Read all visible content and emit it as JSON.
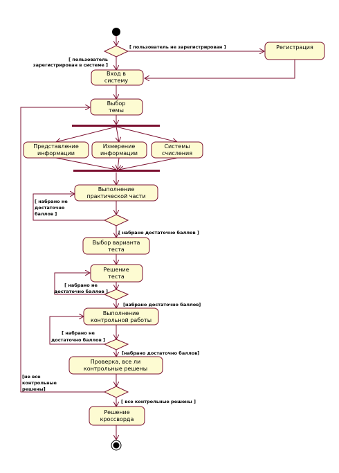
{
  "colors": {
    "stroke": "#7b1030",
    "fill": "#fdfbd2",
    "bar": "#7b1030"
  },
  "nodes": {
    "registration": "Регистрация",
    "login": [
      "Вход в",
      "систему"
    ],
    "choose_topic": [
      "Выбор",
      "темы"
    ],
    "info_repr": [
      "Представление",
      "информации"
    ],
    "info_measure": [
      "Измерение",
      "информации"
    ],
    "num_systems": [
      "Системы",
      "счисления"
    ],
    "practical": [
      "Выполнение",
      "практической части"
    ],
    "variant": [
      "Выбор варианта",
      "теста"
    ],
    "solve_test": [
      "Решение",
      "теста"
    ],
    "control_work": [
      "Выполнение",
      "контрольной работы"
    ],
    "check": [
      "Проверка, все ли",
      "контрольные решены"
    ],
    "crossword": [
      "Решение",
      "кроссворда"
    ]
  },
  "guards": {
    "not_registered": "[ пользователь не зарегистрирован ]",
    "registered": [
      "[ пользователь",
      "зарегистрирован в системе ]"
    ],
    "low_score_practical": [
      "[ набрано не",
      "достаточно",
      "баллов ]"
    ],
    "enough_practical": "[ набрано достаточно баллов ]",
    "low_score_test": [
      "[ набрано не",
      "достаточно баллов ]"
    ],
    "enough_test": "[набрано достаточно баллов]",
    "low_score_control": [
      "[ набрано не",
      "достаточно баллов ]"
    ],
    "enough_control": "[набрано достаточно баллов]",
    "not_all": [
      "[не все",
      "контрольные",
      "решены]"
    ],
    "all_solved": "[ все контрольные решены ]"
  }
}
